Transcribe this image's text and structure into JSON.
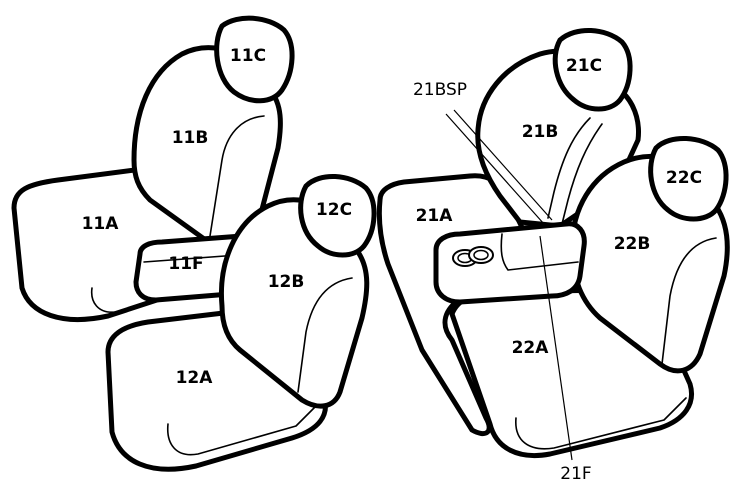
{
  "labels": {
    "seat_11C": "11C",
    "seat_11B": "11B",
    "seat_11A": "11A",
    "seat_11F": "11F",
    "seat_12C": "12C",
    "seat_12B": "12B",
    "seat_12A": "12A",
    "seat_21C": "21C",
    "seat_21B": "21B",
    "seat_21A": "21A",
    "seat_22C": "22C",
    "seat_22B": "22B",
    "seat_22A": "22A",
    "callout_21BSP": "21BSP",
    "callout_21F": "21F"
  },
  "colors": {
    "line": "#000000",
    "fill": "#ffffff"
  }
}
